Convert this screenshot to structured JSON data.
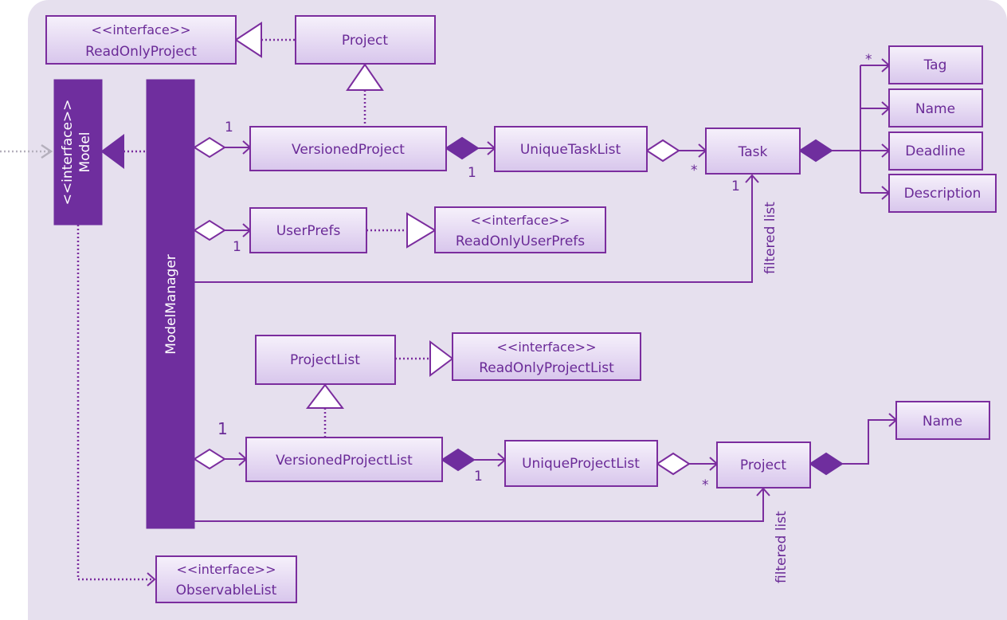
{
  "stereotype": "<<interface>>",
  "classes": {
    "read_only_project": "ReadOnlyProject",
    "project_top": "Project",
    "model": "Model",
    "model_manager": "ModelManager",
    "versioned_project": "VersionedProject",
    "unique_task_list": "UniqueTaskList",
    "task": "Task",
    "tag": "Tag",
    "task_name": "Name",
    "deadline": "Deadline",
    "description": "Description",
    "user_prefs": "UserPrefs",
    "read_only_user_prefs": "ReadOnlyUserPrefs",
    "project_list": "ProjectList",
    "read_only_project_list": "ReadOnlyProjectList",
    "versioned_project_list": "VersionedProjectList",
    "unique_project_list": "UniqueProjectList",
    "project_bottom": "Project",
    "project_name": "Name",
    "observable_list": "ObservableList"
  },
  "multiplicities": {
    "mm_to_versioned_project": "1",
    "versioned_project_to_task_list": "1",
    "task_list_to_task": "*",
    "task_filtered": "1",
    "task_to_tag": "*",
    "mm_to_user_prefs": "1",
    "mm_to_versioned_project_list": "1",
    "versioned_project_list_to_unique": "1",
    "unique_to_project": "*"
  },
  "labels": {
    "filtered_list_task": "filtered list",
    "filtered_list_project": "filtered list"
  }
}
